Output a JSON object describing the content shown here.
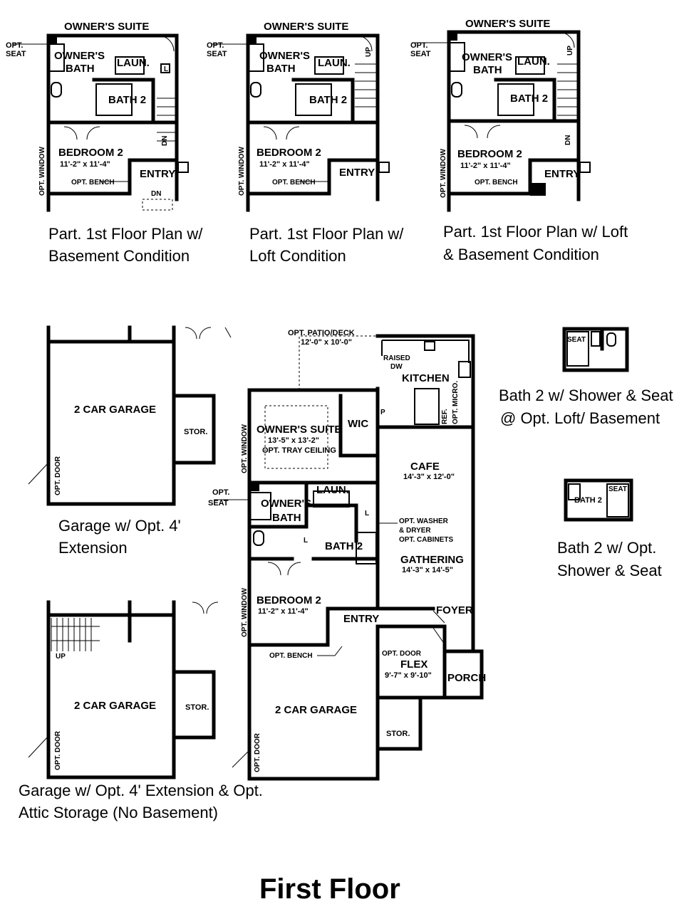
{
  "page_title": "First Floor",
  "alt_plans": [
    {
      "caption_line1": "Part. 1st Floor Plan w/",
      "caption_line2": "Basement Condition",
      "owners_suite": "OWNER'S SUITE",
      "owners_bath": "OWNER'S",
      "owners_bath2": "BATH",
      "laun": "LAUN.",
      "bath2": "BATH 2",
      "bedroom2": "BEDROOM 2",
      "bedroom2_dim": "11'-2\" x 11'-4\"",
      "opt_bench": "OPT. BENCH",
      "entry": "ENTRY",
      "opt_window": "OPT. WINDOW",
      "opt_seat1": "OPT.",
      "opt_seat2": "SEAT",
      "dn1": "DN",
      "dn2": "DN",
      "l": "L"
    },
    {
      "caption_line1": "Part. 1st Floor Plan w/",
      "caption_line2": "Loft Condition",
      "owners_suite": "OWNER'S SUITE",
      "owners_bath": "OWNER'S",
      "owners_bath2": "BATH",
      "laun": "LAUN.",
      "bath2": "BATH 2",
      "bedroom2": "BEDROOM 2",
      "bedroom2_dim": "11'-2\" x 11'-4\"",
      "opt_bench": "OPT. BENCH",
      "entry": "ENTRY",
      "opt_window": "OPT. WINDOW",
      "opt_seat1": "OPT.",
      "opt_seat2": "SEAT",
      "up": "UP"
    },
    {
      "caption_line1": "Part. 1st Floor Plan w/ Loft",
      "caption_line2": "& Basement Condition",
      "owners_suite": "OWNER'S SUITE",
      "owners_bath": "OWNER'S",
      "owners_bath2": "BATH",
      "laun": "LAUN.",
      "bath2": "BATH 2",
      "bedroom2": "BEDROOM 2",
      "bedroom2_dim": "11'-2\" x 11'-4\"",
      "opt_bench": "OPT. BENCH",
      "entry": "ENTRY",
      "opt_window": "OPT. WINDOW",
      "opt_seat1": "OPT.",
      "opt_seat2": "SEAT",
      "up": "UP",
      "dn": "DN"
    }
  ],
  "garage_ext": {
    "room": "2 CAR GARAGE",
    "stor": "STOR.",
    "opt_door": "OPT. DOOR",
    "caption_line1": "Garage w/ Opt. 4'",
    "caption_line2": "Extension"
  },
  "garage_attic": {
    "room": "2 CAR GARAGE",
    "stor": "STOR.",
    "opt_door": "OPT. DOOR",
    "up": "UP",
    "caption_line1": "Garage w/ Opt. 4' Extension & Opt.",
    "caption_line2": "Attic Storage (No Basement)"
  },
  "main_plan": {
    "patio": "OPT. PATIO/DECK",
    "patio_dim": "12'-0\" x 10'-0\"",
    "raised_dw1": "RAISED",
    "raised_dw2": "DW",
    "kitchen": "KITCHEN",
    "ref": "REF.",
    "opt_micro": "OPT. MICRO.",
    "p": "P",
    "owners_suite": "OWNER'S SUITE",
    "owners_suite_dim": "13'-5\" x 13'-2\"",
    "tray": "OPT. TRAY CEILING",
    "wic": "WIC",
    "opt_window_top": "OPT. WINDOW",
    "opt_seat1": "OPT.",
    "opt_seat2": "SEAT",
    "owners_bath1": "OWNER'S",
    "owners_bath2": "BATH",
    "laun": "LAUN.",
    "l1": "L",
    "l2": "L",
    "bath2": "BATH 2",
    "cafe": "CAFE",
    "cafe_dim": "14'-3\" x 12'-0\"",
    "washer1": "OPT. WASHER",
    "washer2": "& DRYER",
    "washer3": "OPT. CABINETS",
    "gathering": "GATHERING",
    "gathering_dim": "14'-3\" x 14'-5\"",
    "bedroom2": "BEDROOM 2",
    "bedroom2_dim": "11'-2\" x 11'-4\"",
    "opt_window_bed": "OPT. WINDOW",
    "entry": "ENTRY",
    "foyer": "FOYER",
    "opt_bench": "OPT. BENCH",
    "opt_door_flex": "OPT. DOOR",
    "flex": "FLEX",
    "flex_dim": "9'-7\" x 9'-10\"",
    "porch": "PORCH",
    "garage": "2 CAR GARAGE",
    "stor": "STOR.",
    "opt_door_garage": "OPT. DOOR"
  },
  "bath_shower_seat": {
    "seat": "SEAT",
    "caption_line1": "Bath 2  w/ Shower & Seat",
    "caption_line2": "@ Opt. Loft/ Basement"
  },
  "bath_opt_seat": {
    "bath2": "BATH 2",
    "seat": "SEAT",
    "caption_line1": "Bath 2 w/ Opt.",
    "caption_line2": "Shower & Seat"
  }
}
